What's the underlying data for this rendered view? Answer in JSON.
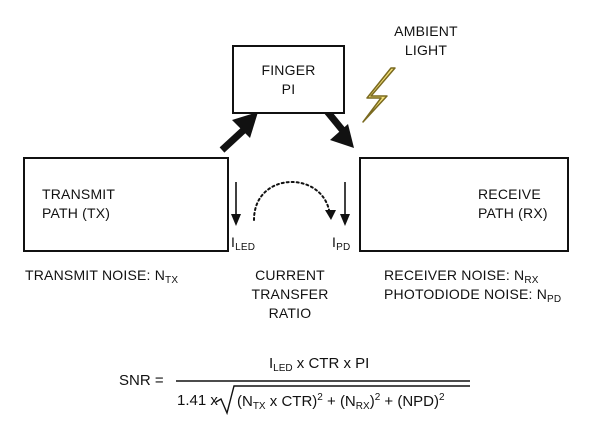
{
  "finger_box": {
    "line1": "FINGER",
    "line2": "PI"
  },
  "ambient": {
    "line1": "AMBIENT",
    "line2": "LIGHT"
  },
  "transmit_box": {
    "line1": "TRANSMIT",
    "line2": "PATH (TX)"
  },
  "receive_box": {
    "line1": "RECEIVE",
    "line2": "PATH (RX)"
  },
  "currents": {
    "led": {
      "main": "I",
      "sub": "LED"
    },
    "pd": {
      "main": "I",
      "sub": "PD"
    }
  },
  "ctr_label": {
    "line1": "CURRENT",
    "line2": "TRANSFER",
    "line3": "RATIO"
  },
  "noise": {
    "transmit": {
      "text": "TRANSMIT NOISE: N",
      "sub": "TX"
    },
    "receiver": {
      "text": "RECEIVER NOISE: N",
      "sub": "RX"
    },
    "photodiode": {
      "text": "PHOTODIODE NOISE: N",
      "sub": "PD"
    }
  },
  "formula": {
    "lhs": "SNR =",
    "num_main": "I",
    "num_sub": "LED",
    "num_rest": " x CTR x PI",
    "den_coef": "1.41 x",
    "den_t1_open": "(N",
    "den_t1_sub": "TX",
    "den_t1_rest": " x CTR)",
    "den_t1_sup": "2",
    "den_plus1": " + (N",
    "den_t2_sub": "RX",
    "den_t2_close": ")",
    "den_t2_sup": "2",
    "den_plus2": " + (NPD)",
    "den_t3_sup": "2"
  },
  "colors": {
    "bolt_fill": "#f6e27a",
    "bolt_stroke": "#7a6a20",
    "ink": "#111111"
  }
}
